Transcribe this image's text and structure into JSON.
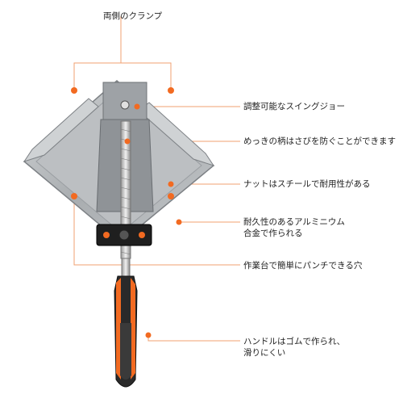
{
  "labels": {
    "double_clamp": "両側のクランプ",
    "swing_jaw": "調整可能なスイングジョー",
    "thread": "めっきの柄はさびを防ぐことができます",
    "nut": "ナットはスチールで耐用性がある",
    "aluminum_line1": "耐久性のあるアルミニウム",
    "aluminum_line2": "合金で作られる",
    "holes": "作業台で簡単にパンチできる穴",
    "handle_line1": "ハンドルはゴムで作られ、",
    "handle_line2": "滑りにくい"
  },
  "colors": {
    "accent": "#f26a21",
    "metal": "#b3b6b9",
    "metal_dark": "#8c9094",
    "handle": "#2a2a2a",
    "callout": "#f0a070"
  }
}
